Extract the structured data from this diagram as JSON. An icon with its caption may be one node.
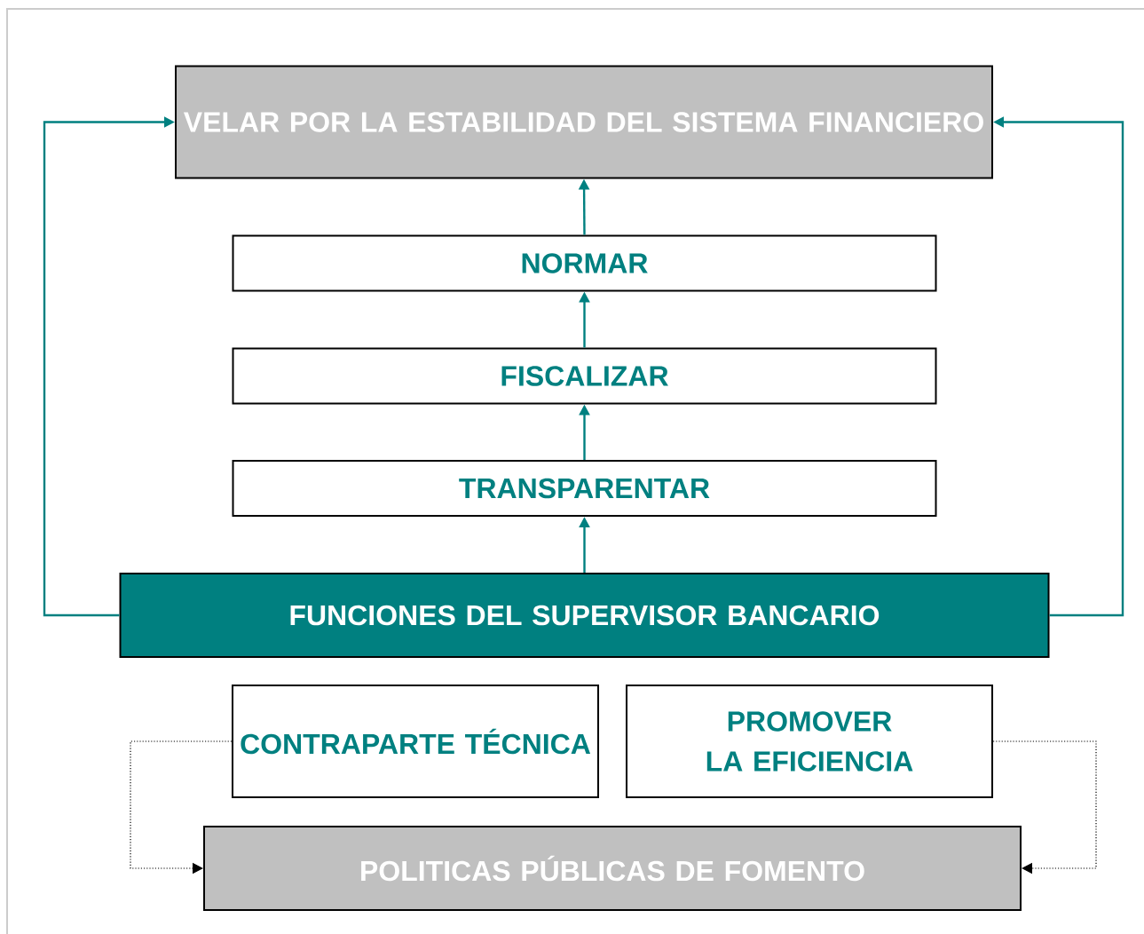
{
  "diagram": {
    "nodes": [
      {
        "text": [
          "VELAR POR LA ESTABILIDAD DEL SISTEMA FINANCIERO"
        ]
      },
      {
        "text": [
          "NORMAR"
        ]
      },
      {
        "text": [
          "FISCALIZAR"
        ]
      },
      {
        "text": [
          "TRANSPARENTAR"
        ]
      },
      {
        "text": [
          "FUNCIONES DEL SUPERVISOR BANCARIO"
        ]
      },
      {
        "text": [
          "CONTRAPARTE TÉCNICA"
        ]
      },
      {
        "text": [
          "PROMOVER LA EFICIENCIA"
        ]
      },
      {
        "text": [
          "POLITICAS PÚBLICAS DE FOMENTO"
        ]
      }
    ],
    "edges": [
      {
        "from": 1,
        "to": 0,
        "arrow": "to"
      },
      {
        "from": 2,
        "to": 1,
        "arrow": "to"
      },
      {
        "from": 3,
        "to": 2,
        "arrow": "to"
      },
      {
        "from": 4,
        "to": 3,
        "arrow": "to"
      },
      {
        "from": 4,
        "to": 0,
        "arrow": "to"
      },
      {
        "from": 4,
        "to": 0,
        "arrow": "to"
      },
      {
        "from": 5,
        "to": 7,
        "arrow": "to",
        "style": "dashed",
        "color": "#000000"
      },
      {
        "from": 6,
        "to": 7,
        "arrow": "to",
        "style": "dashed",
        "color": "#000000"
      }
    ]
  }
}
